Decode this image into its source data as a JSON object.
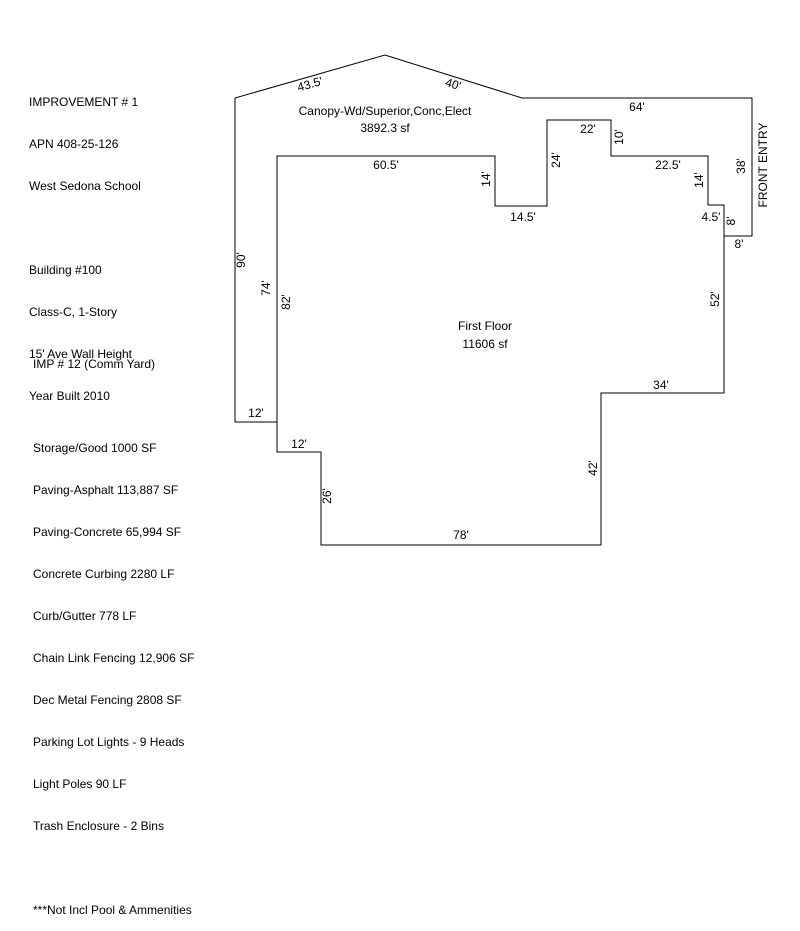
{
  "improvement_info": {
    "lines": [
      "IMPROVEMENT # 1",
      "APN 408-25-126",
      "West Sedona School",
      "",
      "Building #100",
      "Class-C, 1-Story",
      "15' Ave Wall Height",
      "Year Built 2010"
    ]
  },
  "yard_info": {
    "title": "IMP # 12 (Comm Yard)",
    "lines": [
      "Storage/Good 1000 SF",
      "Paving-Asphalt 113,887 SF",
      "Paving-Concrete 65,994 SF",
      "Concrete Curbing 2280 LF",
      "Curb/Gutter 778 LF",
      "Chain Link Fencing 12,906 SF",
      "Dec Metal Fencing 2808 SF",
      "Parking Lot Lights - 9 Heads",
      "Light Poles 90 LF",
      "Trash Enclosure - 2 Bins"
    ],
    "note": "***Not Incl Pool & Ammenities"
  },
  "canopy": {
    "name": "Canopy-Wd/Superior,Conc,Elect",
    "area": "3892.3 sf"
  },
  "first_floor": {
    "name": "First Floor",
    "area": "11606 sf"
  },
  "front_entry": "FRONT ENTRY",
  "dimensions": {
    "d43_5": "43.5'",
    "d40": "40'",
    "d64": "64'",
    "d38": "38'",
    "d8_bottom": "8'",
    "d90": "90'",
    "d12_left": "12'",
    "d60_5": "60.5'",
    "d14_a": "14'",
    "d14_5": "14.5'",
    "d24": "24'",
    "d22": "22'",
    "d10": "10'",
    "d22_5": "22.5'",
    "d14_b": "14'",
    "d4_5": "4.5'",
    "d8_right": "8'",
    "d52": "52'",
    "d34": "34'",
    "d42": "42'",
    "d78": "78'",
    "d26": "26'",
    "d12_inner": "12'",
    "d82": "82'",
    "d74": "74'"
  }
}
